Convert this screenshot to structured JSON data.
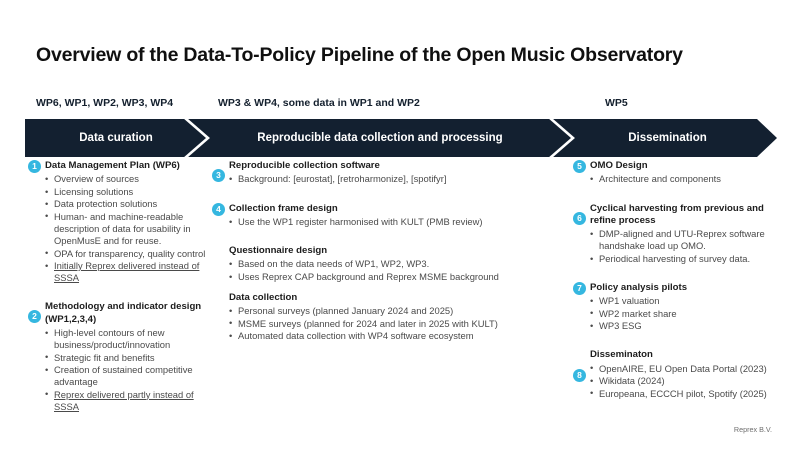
{
  "slide": {
    "title": "Overview of the Data-To-Policy Pipeline of the Open Music Observatory",
    "footer": "Reprex B.V.",
    "accent_badge_color": "#35b7e0",
    "banner_color": "#132030",
    "background_color": "#ffffff"
  },
  "wp_labels": [
    {
      "text": "WP6, WP1, WP2, WP3, WP4"
    },
    {
      "text": "WP3 & WP4, some data in WP1 and WP2"
    },
    {
      "text": "WP5"
    }
  ],
  "banner": {
    "stages": [
      {
        "label": "Data curation"
      },
      {
        "label": "Reproducible data collection and processing"
      },
      {
        "label": "Dissemination"
      }
    ]
  },
  "columns": [
    {
      "name": "data-curation",
      "blocks": [
        {
          "badge": "1",
          "head": "Data Management Plan (WP6)",
          "bullets": [
            {
              "text": "Overview of sources",
              "underline": false
            },
            {
              "text": "Licensing solutions",
              "underline": false
            },
            {
              "text": "Data protection solutions",
              "underline": false
            },
            {
              "text": "Human- and machine-readable description of data for usability in OpenMusE and for reuse.",
              "underline": false
            },
            {
              "text": "OPA for transparency, quality control",
              "underline": false
            },
            {
              "text": "Initially Reprex delivered instead of SSSA",
              "underline": true
            }
          ]
        },
        {
          "badge": "2",
          "head": "Methodology and indicator design (WP1,2,3,4)",
          "bullets": [
            {
              "text": "High-level contours of new business/product/innovation",
              "underline": false
            },
            {
              "text": "Strategic fit and benefits",
              "underline": false
            },
            {
              "text": "Creation of sustained competitive advantage",
              "underline": false
            },
            {
              "text": "Reprex delivered partly instead of SSSA",
              "underline": true
            }
          ]
        }
      ]
    },
    {
      "name": "reproducible-collection",
      "blocks": [
        {
          "badge": "3",
          "head": "Reproducible collection software",
          "bullets": [
            {
              "text": "Background: [eurostat], [retroharmonize], [spotifyr]",
              "underline": false
            }
          ]
        },
        {
          "badge": "4",
          "head": "Collection frame design",
          "bullets": [
            {
              "text": "Use the WP1 register harmonised with KULT (PMB review)",
              "underline": false
            }
          ]
        },
        {
          "badge": "",
          "head": "Questionnaire design",
          "bullets": [
            {
              "text": "Based on the data needs of WP1, WP2, WP3.",
              "underline": false
            },
            {
              "text": "Uses Reprex CAP background and Reprex MSME background",
              "underline": false
            }
          ]
        },
        {
          "badge": "",
          "head": "Data collection",
          "bullets": [
            {
              "text": "Personal surveys (planned January 2024 and 2025)",
              "underline": false
            },
            {
              "text": "MSME surveys (planned for 2024 and later in 2025 with KULT)",
              "underline": false
            },
            {
              "text": "Automated data collection with WP4 software ecosystem",
              "underline": false
            }
          ]
        }
      ]
    },
    {
      "name": "dissemination",
      "blocks": [
        {
          "badge": "5",
          "head": "OMO Design",
          "bullets": [
            {
              "text": "Architecture and components",
              "underline": false
            }
          ]
        },
        {
          "badge": "6",
          "head": "Cyclical harvesting from previous and refine process",
          "bullets": [
            {
              "text": "DMP-aligned and UTU-Reprex software handshake load up OMO.",
              "underline": false
            },
            {
              "text": "Periodical harvesting of survey data.",
              "underline": false
            }
          ]
        },
        {
          "badge": "7",
          "head": "Policy analysis pilots",
          "bullets": [
            {
              "text": "WP1 valuation",
              "underline": false
            },
            {
              "text": "WP2 market share",
              "underline": false
            },
            {
              "text": "WP3 ESG",
              "underline": false
            }
          ]
        },
        {
          "badge": "8",
          "head": "Disseminaton",
          "bullets": [
            {
              "text": "OpenAIRE, EU Open Data Portal (2023)",
              "underline": false
            },
            {
              "text": "Wikidata (2024)",
              "underline": false
            },
            {
              "text": "Europeana, ECCCH pilot, Spotify (2025)",
              "underline": false
            }
          ]
        }
      ]
    }
  ]
}
